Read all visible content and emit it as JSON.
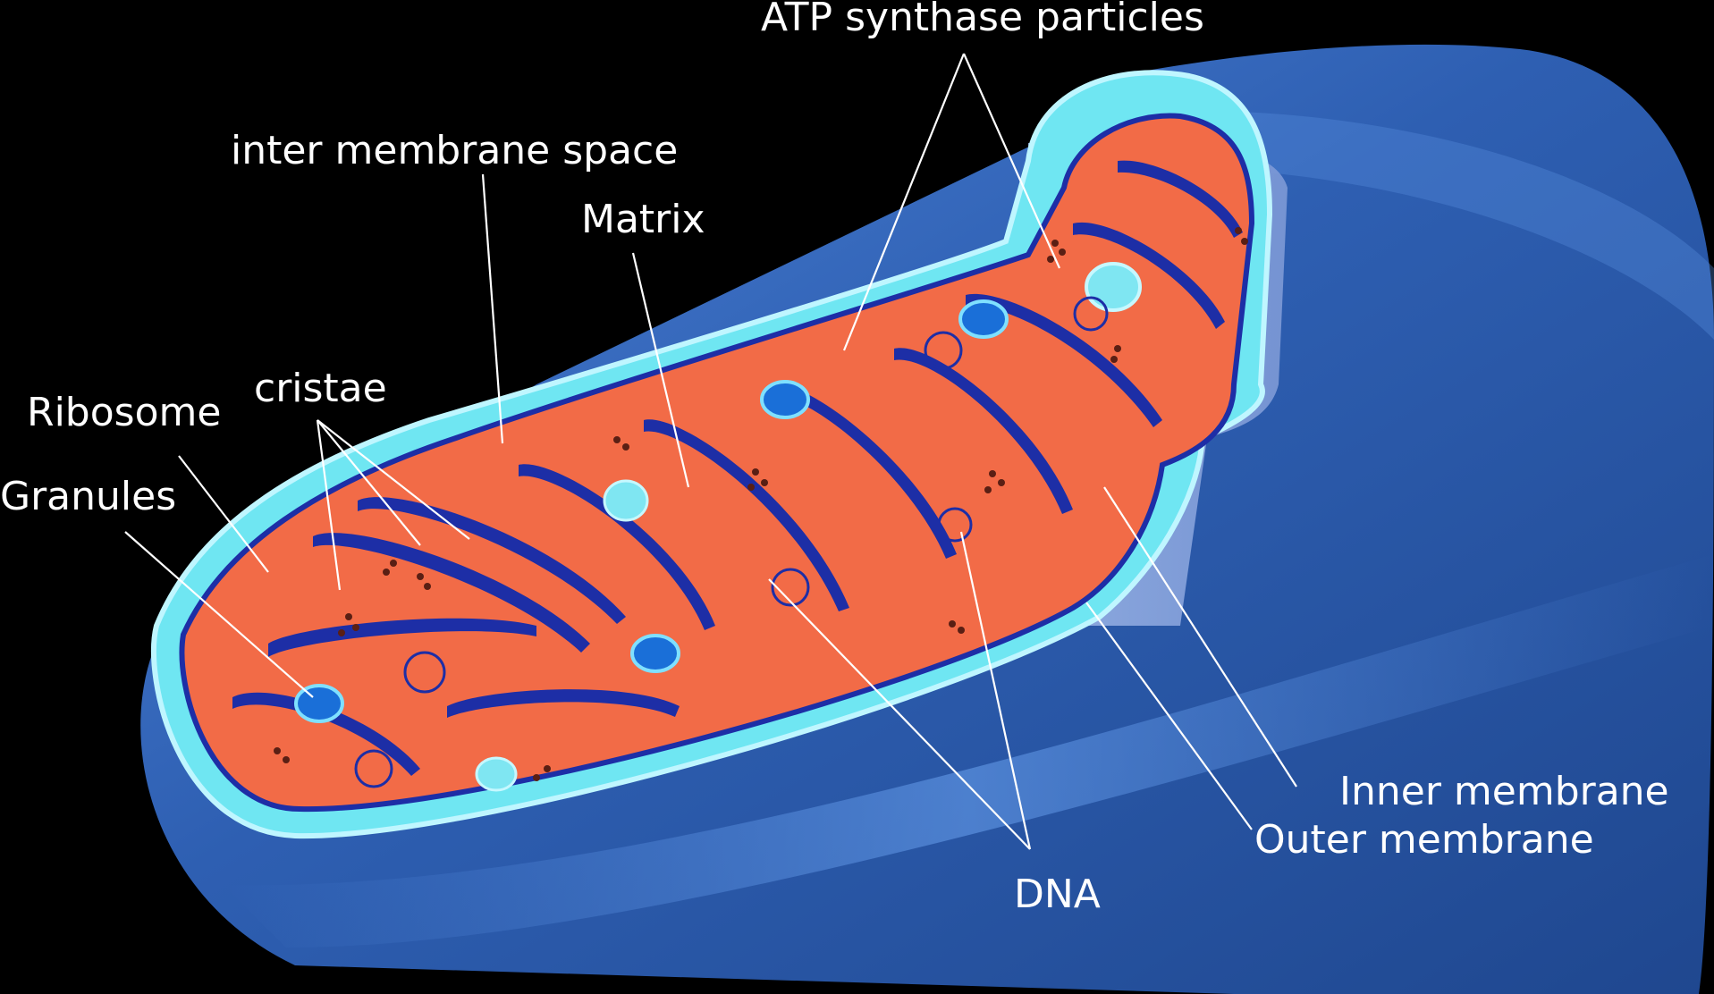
{
  "diagram": {
    "labels": {
      "atp_synthase": "ATP synthase particles",
      "inter_membrane_space": "inter membrane space",
      "matrix": "Matrix",
      "cristae": "cristae",
      "ribosome": "Ribosome",
      "granules": "Granules",
      "inner_membrane": "Inner membrane",
      "outer_membrane": "Outer membrane",
      "dna": "DNA"
    },
    "colors": {
      "background": "#000000",
      "outer_body": "#2f62b4",
      "outer_highlight": "#4a80d4",
      "intermembrane": "#6fe6f2",
      "matrix": "#f26b47",
      "membrane_line": "#1d2ea6",
      "granule": "#5a1f14",
      "ribosome_disc": "#1a6fd8",
      "label_text": "#ffffff"
    }
  }
}
